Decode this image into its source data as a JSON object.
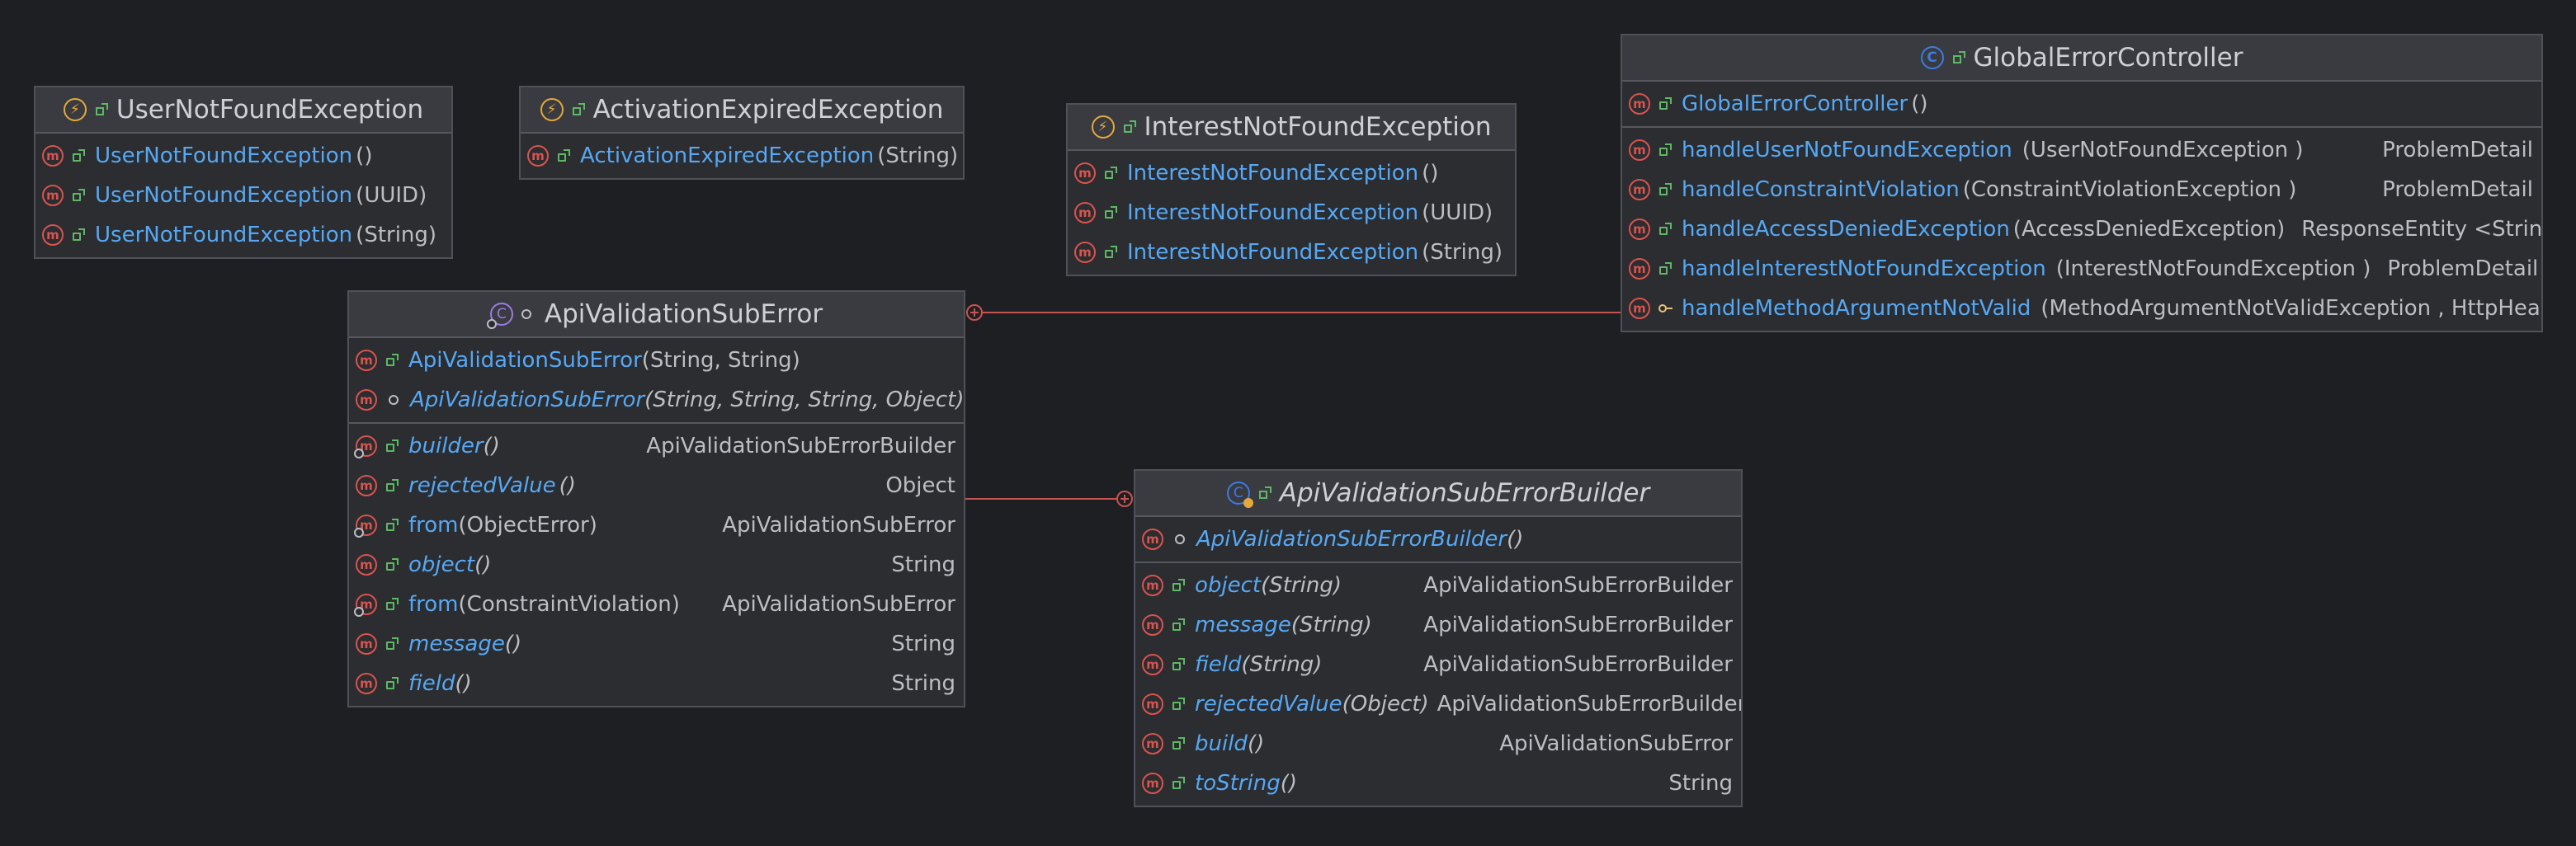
{
  "colors": {
    "background": "#1e1f22",
    "box_fill": "#2b2d30",
    "header_fill": "#393b40",
    "method_icon": "#d9534f",
    "method_name": "#56a8f5",
    "connector": "#c75450"
  },
  "user_not_found": {
    "title": "UserNotFoundException",
    "icon": "exception-class-icon",
    "methods": [
      {
        "name": "UserNotFoundException",
        "params": "()"
      },
      {
        "name": "UserNotFoundException",
        "params": "(UUID)"
      },
      {
        "name": "UserNotFoundException",
        "params": "(String)"
      }
    ]
  },
  "activation_expired": {
    "title": "ActivationExpiredException",
    "icon": "exception-class-icon",
    "methods": [
      {
        "name": "ActivationExpiredException",
        "params": "(String)"
      }
    ]
  },
  "interest_not_found": {
    "title": "InterestNotFoundException",
    "icon": "exception-class-icon",
    "methods": [
      {
        "name": "InterestNotFoundException",
        "params": "()"
      },
      {
        "name": "InterestNotFoundException",
        "params": "(UUID)"
      },
      {
        "name": "InterestNotFoundException",
        "params": "(String)"
      }
    ]
  },
  "global_error_controller": {
    "title": "GlobalErrorController",
    "icon": "class-icon",
    "constructor": {
      "name": "GlobalErrorController",
      "params": "()"
    },
    "methods": [
      {
        "name": "handleUserNotFoundException",
        "params": "(UserNotFoundException )",
        "ret": "ProblemDetail"
      },
      {
        "name": "handleConstraintViolation",
        "params": "(ConstraintViolationException )",
        "ret": "ProblemDetail"
      },
      {
        "name": "handleAccessDeniedException",
        "params": "(AccessDeniedException)",
        "ret": "ResponseEntity <String>"
      },
      {
        "name": "handleInterestNotFoundException",
        "params": "(InterestNotFoundException )",
        "ret": "ProblemDetail"
      },
      {
        "name": "handleMethodArgumentNotValid",
        "params": "(MethodArgumentNotValidException , HttpHeaders",
        "ret": ""
      }
    ]
  },
  "api_validation_sub_error": {
    "title": "ApiValidationSubError",
    "icon": "subclass-icon",
    "constructors": [
      {
        "name": "ApiValidationSubError",
        "params": "(String, String)"
      },
      {
        "name": "ApiValidationSubError",
        "params": "(String, String, String, Object)"
      }
    ],
    "methods": [
      {
        "name": "builder",
        "params": "()",
        "ret": "ApiValidationSubErrorBuilder"
      },
      {
        "name": "rejectedValue",
        "params": "()",
        "ret": "Object"
      },
      {
        "name": "from",
        "params": "(ObjectError)",
        "ret": "ApiValidationSubError"
      },
      {
        "name": "object",
        "params": "()",
        "ret": "String"
      },
      {
        "name": "from",
        "params": "(ConstraintViolation)",
        "ret": "ApiValidationSubError"
      },
      {
        "name": "message",
        "params": "()",
        "ret": "String"
      },
      {
        "name": "field",
        "params": "()",
        "ret": "String"
      }
    ]
  },
  "builder": {
    "title": "ApiValidationSubErrorBuilder",
    "icon": "builder-class-icon",
    "constructor": {
      "name": "ApiValidationSubErrorBuilder",
      "params": "()"
    },
    "methods": [
      {
        "name": "object",
        "params": "(String)",
        "ret": "ApiValidationSubErrorBuilder"
      },
      {
        "name": "message",
        "params": "(String)",
        "ret": "ApiValidationSubErrorBuilder"
      },
      {
        "name": "field",
        "params": "(String)",
        "ret": "ApiValidationSubErrorBuilder"
      },
      {
        "name": "rejectedValue",
        "params": "(Object)",
        "ret": "ApiValidationSubErrorBuilder"
      },
      {
        "name": "build",
        "params": "()",
        "ret": "ApiValidationSubError"
      },
      {
        "name": "toString",
        "params": "()",
        "ret": "String"
      }
    ]
  }
}
